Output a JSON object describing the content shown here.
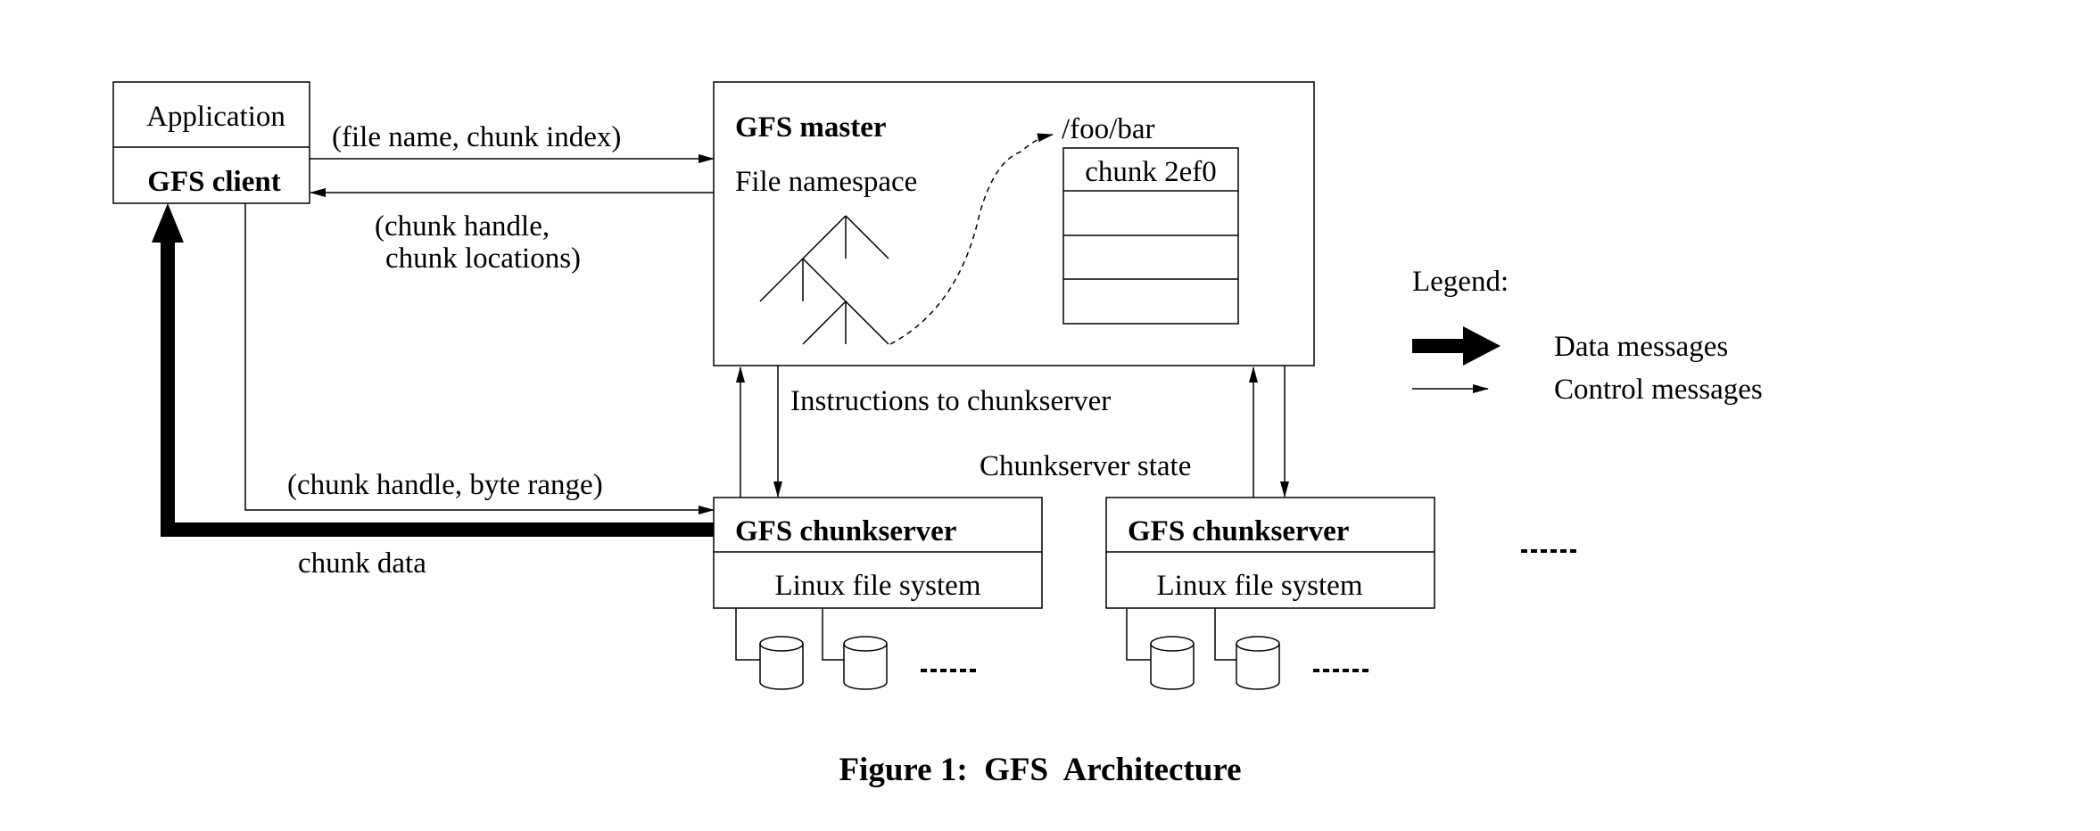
{
  "client": {
    "application": "Application",
    "gfs_client": "GFS client"
  },
  "master": {
    "title": "GFS master",
    "file_namespace": "File namespace",
    "path": "/foo/bar",
    "chunk_entry": "chunk 2ef0"
  },
  "messages": {
    "request": "(file name, chunk index)",
    "reply_line1": "(chunk handle,",
    "reply_line2": "chunk locations)",
    "instructions": "Instructions to chunkserver",
    "chunkserver_state": "Chunkserver state",
    "byte_range": "(chunk handle, byte range)",
    "chunk_data": "chunk data"
  },
  "chunkservers": [
    {
      "title": "GFS chunkserver",
      "fs": "Linux file system"
    },
    {
      "title": "GFS chunkserver",
      "fs": "Linux file system"
    }
  ],
  "legend": {
    "title": "Legend:",
    "data_messages": "Data messages",
    "control_messages": "Control messages"
  },
  "caption": "Figure 1:  GFS  Architecture"
}
